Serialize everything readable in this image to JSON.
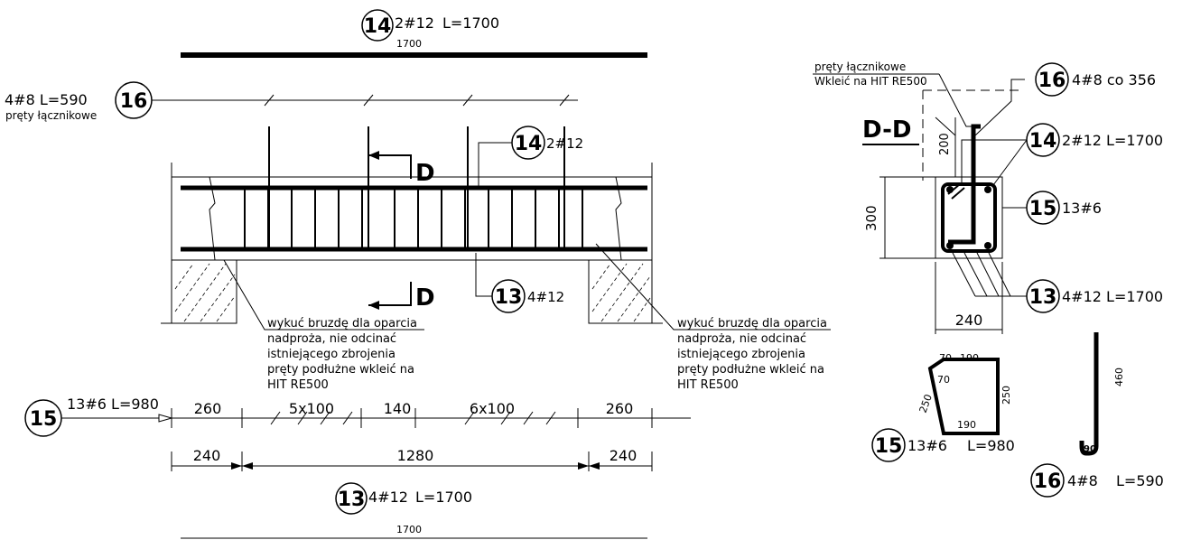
{
  "marks": {
    "m13": "13",
    "m14": "14",
    "m15": "15",
    "m16": "16"
  },
  "top_bar": {
    "spec": "2#12",
    "length": "L=1700",
    "dim": "1700"
  },
  "link_bars_left": {
    "spec": "4#8 L=590",
    "desc": "pręty łącznikowe"
  },
  "section_labels": {
    "cut": "D",
    "title": "D-D"
  },
  "elevation": {
    "top_callout": "2#12",
    "bottom_callout": "4#12"
  },
  "note_left": [
    "wykuć bruzdę dla oparcia",
    "nadproża, nie odcinać",
    "istniejącego zbrojenia",
    "pręty podłużne wkleić na",
    "HIT RE500"
  ],
  "note_right": [
    "wykuć bruzdę dla oparcia",
    "nadproża, nie odcinać",
    "istniejącego zbrojenia",
    "pręty podłużne wkleić na",
    "HIT RE500"
  ],
  "stirrups_row": {
    "spec": "13#6 L=980",
    "d1": "260",
    "d2": "5x100",
    "d3": "140",
    "d4": "6x100",
    "d5": "260"
  },
  "overall_dims": {
    "d1": "240",
    "d2": "1280",
    "d3": "240"
  },
  "bottom_bar": {
    "spec": "4#12",
    "length": "L=1700",
    "dim": "1700"
  },
  "section": {
    "note_line1": "pręty łącznikowe",
    "note_line2": "Wkleić na HIT RE500",
    "c16": "4#8  co  356",
    "c14": "2#12  L=1700",
    "c15": "13#6",
    "c13": "4#12  L=1700",
    "dim_200": "200",
    "dim_300": "300",
    "dim_240": "240"
  },
  "stirrup_detail": {
    "a": "70",
    "b": "190",
    "c": "70",
    "d": "250",
    "e": "250",
    "f": "190",
    "spec": "13#6",
    "length": "L=980"
  },
  "hook_detail": {
    "h": "460",
    "r": "90",
    "spec": "4#8",
    "length": "L=590"
  }
}
